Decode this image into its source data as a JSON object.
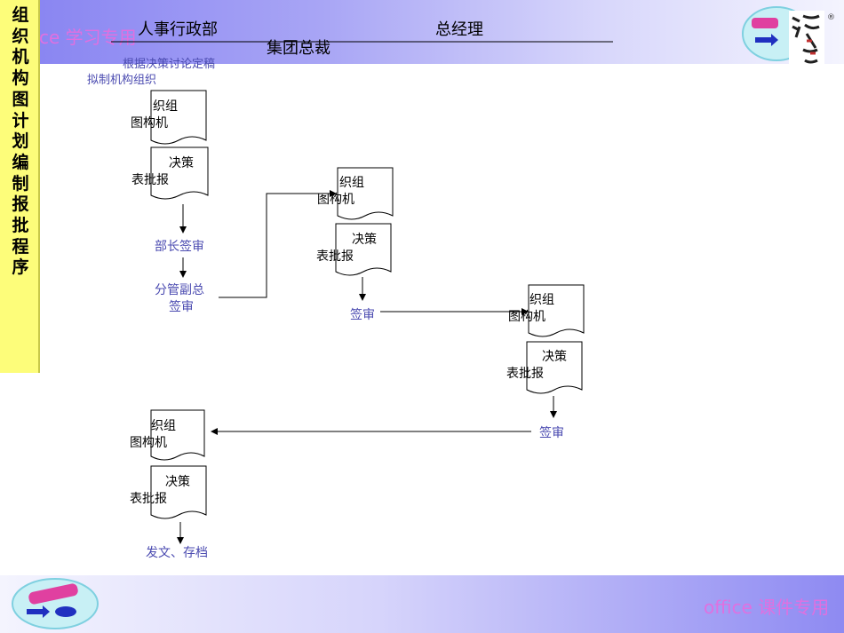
{
  "side_title": "组织机构图计划编制报批程序",
  "watermark_top": "ce 学习专用",
  "watermark_bottom": "office 课件专用",
  "headers": {
    "hr": "人事行政部",
    "gm": "总经理",
    "group_president": "集团总裁"
  },
  "note_line1": "根据决策讨论定稿",
  "note_line2": "拟制机构组织",
  "doc_org_line1": "织组",
  "doc_org_line2": "图构机",
  "doc_report_line1": "决策",
  "doc_report_line2": "表批报",
  "step_dept_head": "部长签审",
  "step_vp_line1": "分管副总",
  "step_vp_line2": "签审",
  "step_sign": "签审",
  "step_final": "发文、存档",
  "logo_reg": "®",
  "colors": {
    "side_bar": "#fdfd7a",
    "band": "#8a86f2",
    "flow_text": "#4a4ab0",
    "watermark": "#e070e0"
  }
}
